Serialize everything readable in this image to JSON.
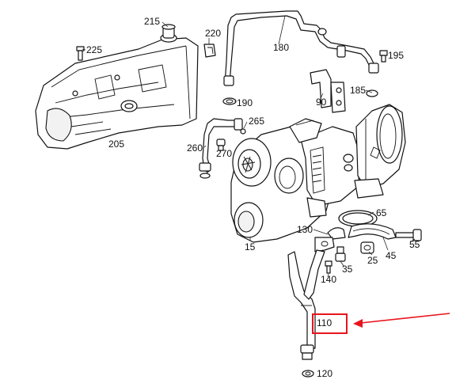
{
  "parts": [
    {
      "id": "215",
      "label": "215"
    },
    {
      "id": "220",
      "label": "220"
    },
    {
      "id": "225",
      "label": "225"
    },
    {
      "id": "180",
      "label": "180"
    },
    {
      "id": "195",
      "label": "195"
    },
    {
      "id": "185",
      "label": "185"
    },
    {
      "id": "90",
      "label": "90"
    },
    {
      "id": "190",
      "label": "190"
    },
    {
      "id": "265",
      "label": "265"
    },
    {
      "id": "205",
      "label": "205"
    },
    {
      "id": "260",
      "label": "260"
    },
    {
      "id": "270",
      "label": "270"
    },
    {
      "id": "65",
      "label": "65"
    },
    {
      "id": "130",
      "label": "130"
    },
    {
      "id": "15",
      "label": "15"
    },
    {
      "id": "25",
      "label": "25"
    },
    {
      "id": "45",
      "label": "45"
    },
    {
      "id": "55",
      "label": "55"
    },
    {
      "id": "35",
      "label": "35"
    },
    {
      "id": "140",
      "label": "140"
    },
    {
      "id": "110",
      "label": "110"
    },
    {
      "id": "120",
      "label": "120"
    }
  ],
  "highlight": {
    "part": "110",
    "color": "#e8141c"
  }
}
